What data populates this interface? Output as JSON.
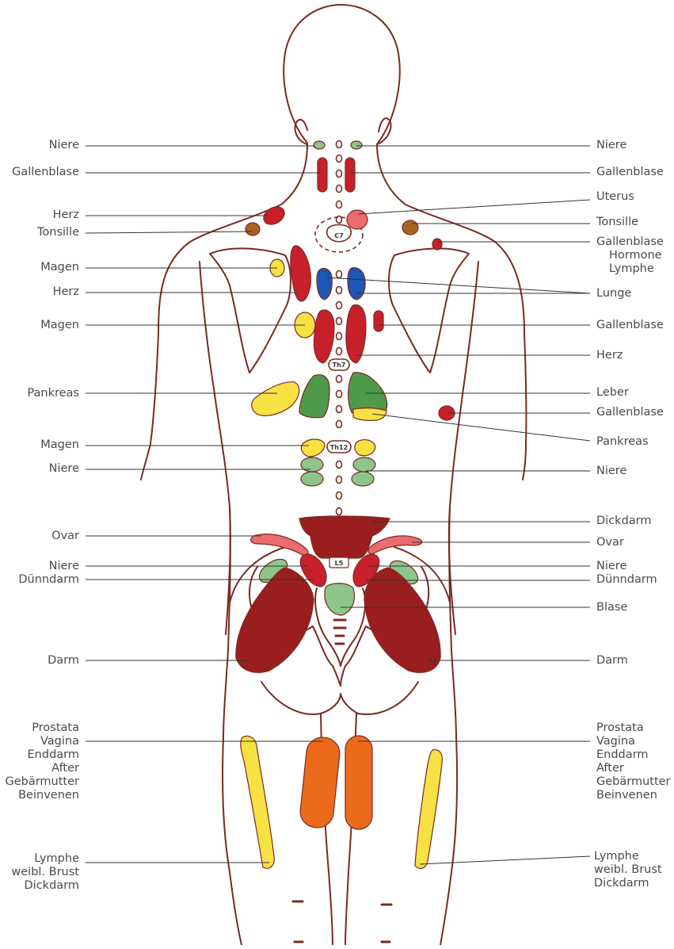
{
  "colors": {
    "outline": "#7a2a22",
    "red": "#c8202a",
    "darkred": "#9a1e1e",
    "pink": "#ec6b6e",
    "brown": "#a8651f",
    "yellow": "#f8e142",
    "green": "#4f9a4a",
    "lightgreen": "#8ec58a",
    "blue": "#1d56b6",
    "orange": "#ec6a1c",
    "leader": "#333333",
    "text": "#4a4a4a"
  },
  "vertebra_labels": {
    "c7": "C7",
    "th7": "Th7",
    "th12": "Th12",
    "l5": "L5"
  },
  "left_labels": [
    {
      "id": "niere-1",
      "lines": [
        "Niere"
      ]
    },
    {
      "id": "gallenblase-1",
      "lines": [
        "Gallenblase"
      ]
    },
    {
      "id": "herz-1",
      "lines": [
        "Herz"
      ]
    },
    {
      "id": "tonsille-1",
      "lines": [
        "Tonsille"
      ]
    },
    {
      "id": "magen-1",
      "lines": [
        "Magen"
      ]
    },
    {
      "id": "herz-2",
      "lines": [
        "Herz"
      ]
    },
    {
      "id": "magen-2",
      "lines": [
        "Magen"
      ]
    },
    {
      "id": "pankreas-1",
      "lines": [
        "Pankreas"
      ]
    },
    {
      "id": "magen-3",
      "lines": [
        "Magen"
      ]
    },
    {
      "id": "niere-2",
      "lines": [
        "Niere"
      ]
    },
    {
      "id": "ovar-1",
      "lines": [
        "Ovar"
      ]
    },
    {
      "id": "niere-3",
      "lines": [
        "Niere"
      ]
    },
    {
      "id": "duenndarm-1",
      "lines": [
        "Dünndarm"
      ]
    },
    {
      "id": "darm-1",
      "lines": [
        "Darm"
      ]
    },
    {
      "id": "prostata-1",
      "lines": [
        "Prostata",
        "Vagina",
        "Enddarm",
        "After",
        "Gebärmutter",
        "Beinvenen"
      ]
    },
    {
      "id": "lymphe-1",
      "lines": [
        "Lymphe",
        "weibl. Brust",
        "Dickdarm"
      ]
    }
  ],
  "right_labels": [
    {
      "id": "niere-r1",
      "lines": [
        "Niere"
      ]
    },
    {
      "id": "gallenblase-r1",
      "lines": [
        "Gallenblase"
      ]
    },
    {
      "id": "uterus-r1",
      "lines": [
        "Uterus"
      ]
    },
    {
      "id": "tonsille-r1",
      "lines": [
        "Tonsille"
      ]
    },
    {
      "id": "gallenblase-r2",
      "lines": [
        "Gallenblase",
        "Hormone",
        "Lymphe"
      ]
    },
    {
      "id": "lunge-r1",
      "lines": [
        "Lunge"
      ]
    },
    {
      "id": "gallenblase-r3",
      "lines": [
        "Gallenblase"
      ]
    },
    {
      "id": "herz-r1",
      "lines": [
        "Herz"
      ]
    },
    {
      "id": "leber-r1",
      "lines": [
        "Leber"
      ]
    },
    {
      "id": "gallenblase-r4",
      "lines": [
        "Gallenblase"
      ]
    },
    {
      "id": "pankreas-r1",
      "lines": [
        "Pankreas"
      ]
    },
    {
      "id": "niere-r2",
      "lines": [
        "Niere"
      ]
    },
    {
      "id": "dickdarm-r1",
      "lines": [
        "Dickdarm"
      ]
    },
    {
      "id": "ovar-r1",
      "lines": [
        "Ovar"
      ]
    },
    {
      "id": "niere-r3",
      "lines": [
        "Niere"
      ]
    },
    {
      "id": "duenndarm-r1",
      "lines": [
        "Dünndarm"
      ]
    },
    {
      "id": "blase-r1",
      "lines": [
        "Blase"
      ]
    },
    {
      "id": "darm-r1",
      "lines": [
        "Darm"
      ]
    },
    {
      "id": "prostata-r1",
      "lines": [
        "Prostata",
        "Vagina",
        "Enddarm",
        "After",
        "Gebärmutter",
        "Beinvenen"
      ]
    },
    {
      "id": "lymphe-r1",
      "lines": [
        "Lymphe",
        "weibl. Brust",
        "Dickdarm"
      ]
    }
  ]
}
